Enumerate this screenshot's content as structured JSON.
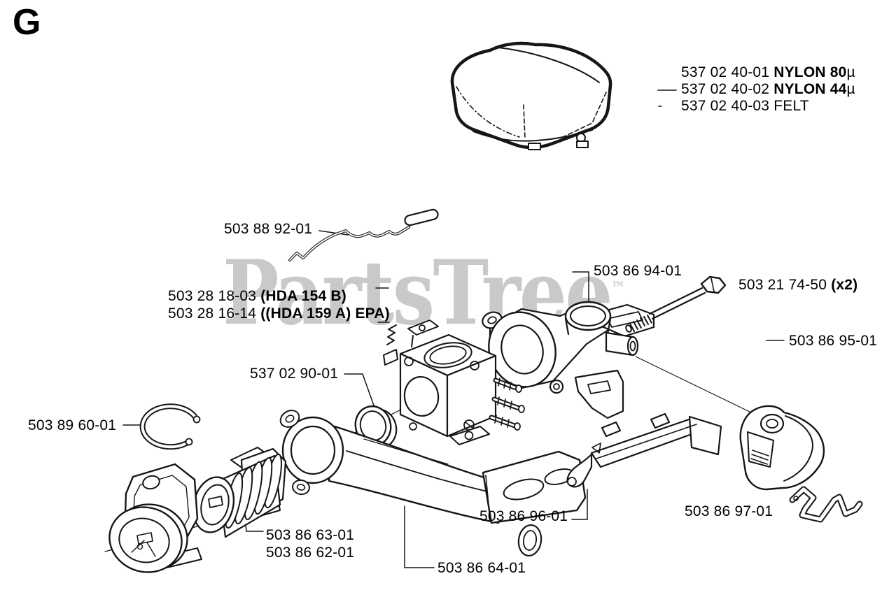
{
  "page": {
    "section_letter": "G",
    "watermark": "PartsTree",
    "watermark_tm": "™",
    "line_color": "#161616",
    "watermark_color": "#c9c9c9",
    "background": "#ffffff"
  },
  "parts": [
    {
      "code": "537 02 40-01",
      "suffix": "NYLON 80",
      "suffix_bold": true,
      "tail": "µ"
    },
    {
      "code": "537 02 40-02",
      "suffix": "NYLON 44",
      "suffix_bold": true,
      "tail": "µ"
    },
    {
      "code": "537 02 40-03",
      "suffix": "FELT",
      "suffix_bold": false,
      "tail": ""
    },
    {
      "code": "503 88 92-01",
      "suffix": "",
      "suffix_bold": false,
      "tail": ""
    },
    {
      "code": "503 28 18-03",
      "suffix": "(HDA 154 B)",
      "suffix_bold": true,
      "tail": ""
    },
    {
      "code": "503 28 16-14",
      "suffix": "((HDA 159 A) EPA)",
      "suffix_bold": true,
      "tail": ""
    },
    {
      "code": "503 86 94-01",
      "suffix": "",
      "suffix_bold": false,
      "tail": ""
    },
    {
      "code": "503 21 74-50",
      "suffix": "(x2)",
      "suffix_bold": true,
      "tail": ""
    },
    {
      "code": "503 86 95-01",
      "suffix": "",
      "suffix_bold": false,
      "tail": ""
    },
    {
      "code": "537 02 90-01",
      "suffix": "",
      "suffix_bold": false,
      "tail": ""
    },
    {
      "code": "503 89 60-01",
      "suffix": "",
      "suffix_bold": false,
      "tail": ""
    },
    {
      "code": "503 86 96-01",
      "suffix": "",
      "suffix_bold": false,
      "tail": ""
    },
    {
      "code": "503 86 97-01",
      "suffix": "",
      "suffix_bold": false,
      "tail": ""
    },
    {
      "code": "503 86 63-01",
      "suffix": "",
      "suffix_bold": false,
      "tail": ""
    },
    {
      "code": "503 86 62-01",
      "suffix": "",
      "suffix_bold": false,
      "tail": ""
    },
    {
      "code": "503 86 64-01",
      "suffix": "",
      "suffix_bold": false,
      "tail": ""
    }
  ]
}
